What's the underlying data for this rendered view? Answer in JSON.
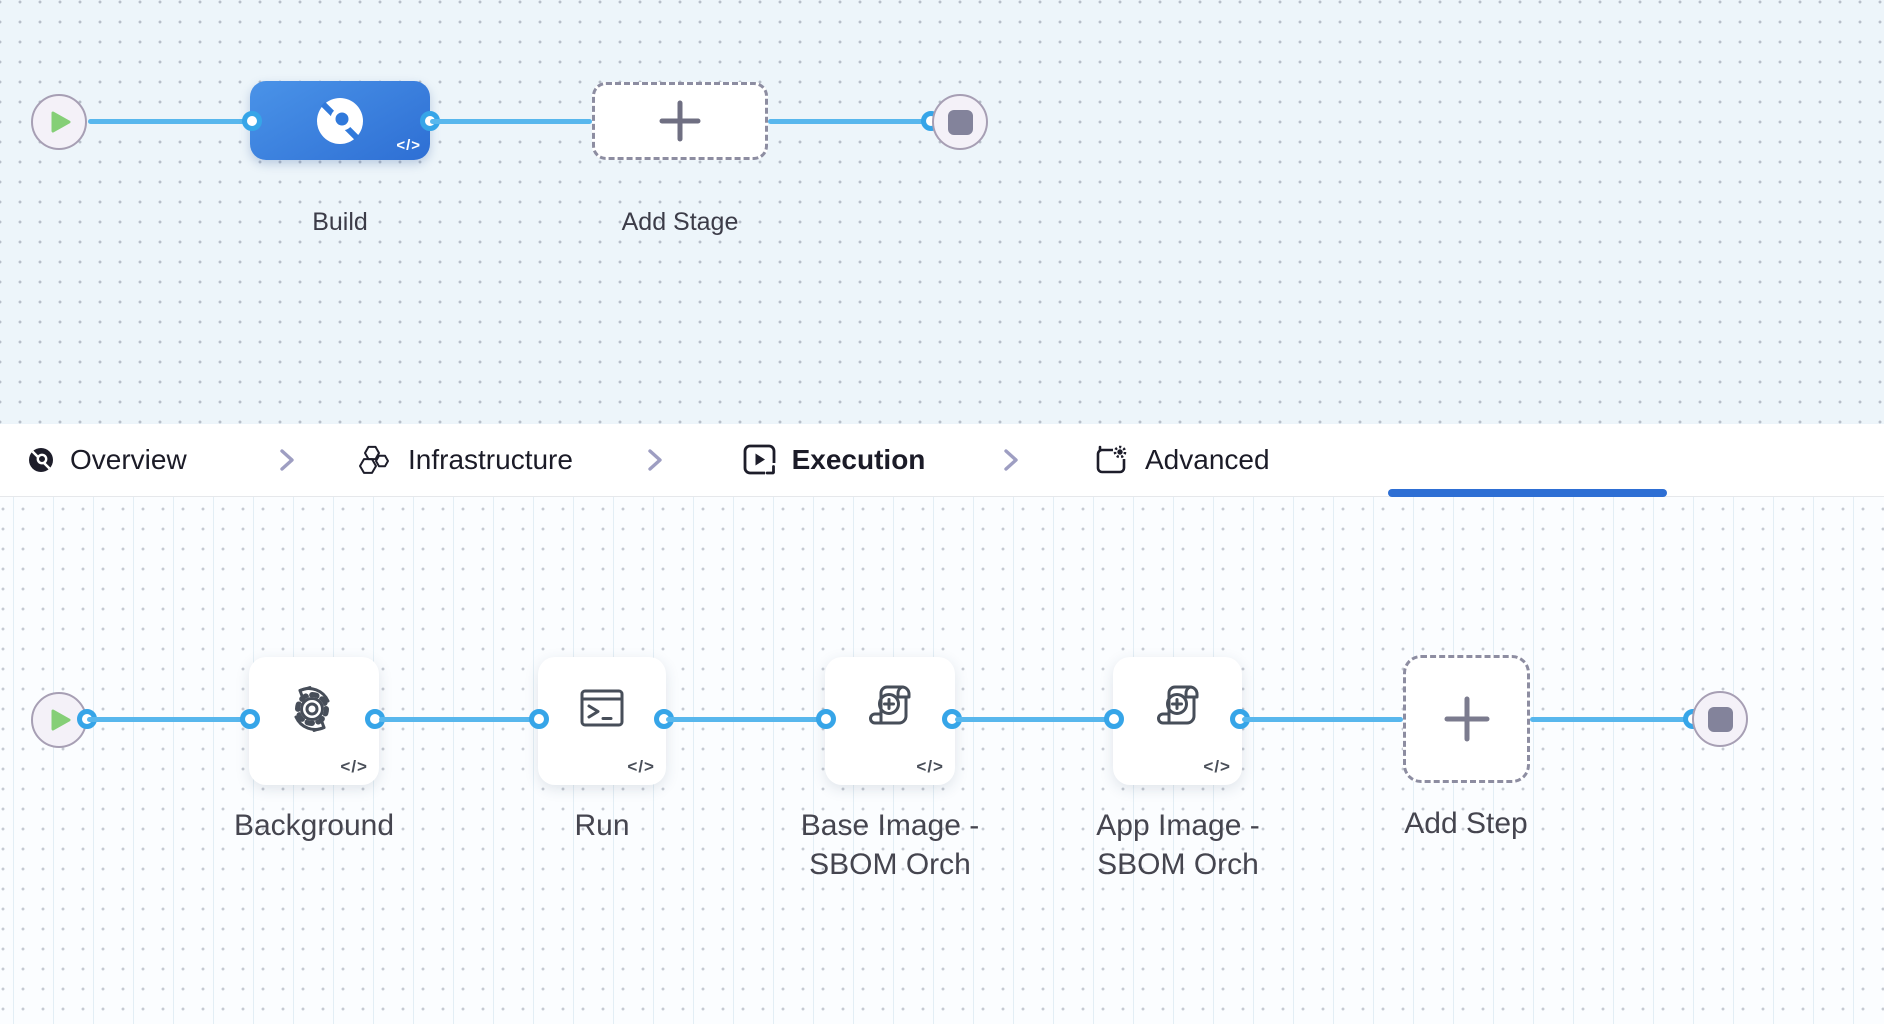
{
  "pipeline_stages_canvas": {
    "start_node": "play",
    "end_node": "stop",
    "stages": [
      {
        "label": "Build",
        "icon": "ci-build-icon",
        "selected": true,
        "code_glyph": "</>"
      },
      {
        "label": "Add Stage",
        "icon": "plus-icon"
      }
    ]
  },
  "tab_bar": {
    "tabs": [
      {
        "label": "Overview",
        "icon": "ci-overview-icon",
        "active": false
      },
      {
        "label": "Infrastructure",
        "icon": "hexagons-icon",
        "active": false
      },
      {
        "label": "Execution",
        "icon": "play-square-icon",
        "active": true
      },
      {
        "label": "Advanced",
        "icon": "square-gear-icon",
        "active": false
      }
    ]
  },
  "execution_canvas": {
    "start_node": "play",
    "end_node": "stop",
    "steps": [
      {
        "label": "Background",
        "icon": "gear-sync-icon",
        "code_glyph": "</>"
      },
      {
        "label": "Run",
        "icon": "terminal-icon",
        "code_glyph": "</>"
      },
      {
        "label": "Base Image - SBOM Orch",
        "icon": "scroll-plus-icon",
        "code_glyph": "</>"
      },
      {
        "label": "App Image - SBOM Orch",
        "icon": "scroll-plus-icon",
        "code_glyph": "</>"
      },
      {
        "label": "Add Step",
        "icon": "plus-icon"
      }
    ]
  },
  "colors": {
    "stage_node_blue_start": "#4a93e8",
    "stage_node_blue_end": "#2e6fd4",
    "edge_blue": "#58b7ed",
    "connector_ring_blue": "#36a5e8",
    "active_tab_underline": "#2e6fd4",
    "play_green": "#85cf77",
    "stop_square_gray": "#83839b",
    "canvas_top_bg": "#edf5fa",
    "canvas_bottom_bg": "#fbfdff"
  }
}
